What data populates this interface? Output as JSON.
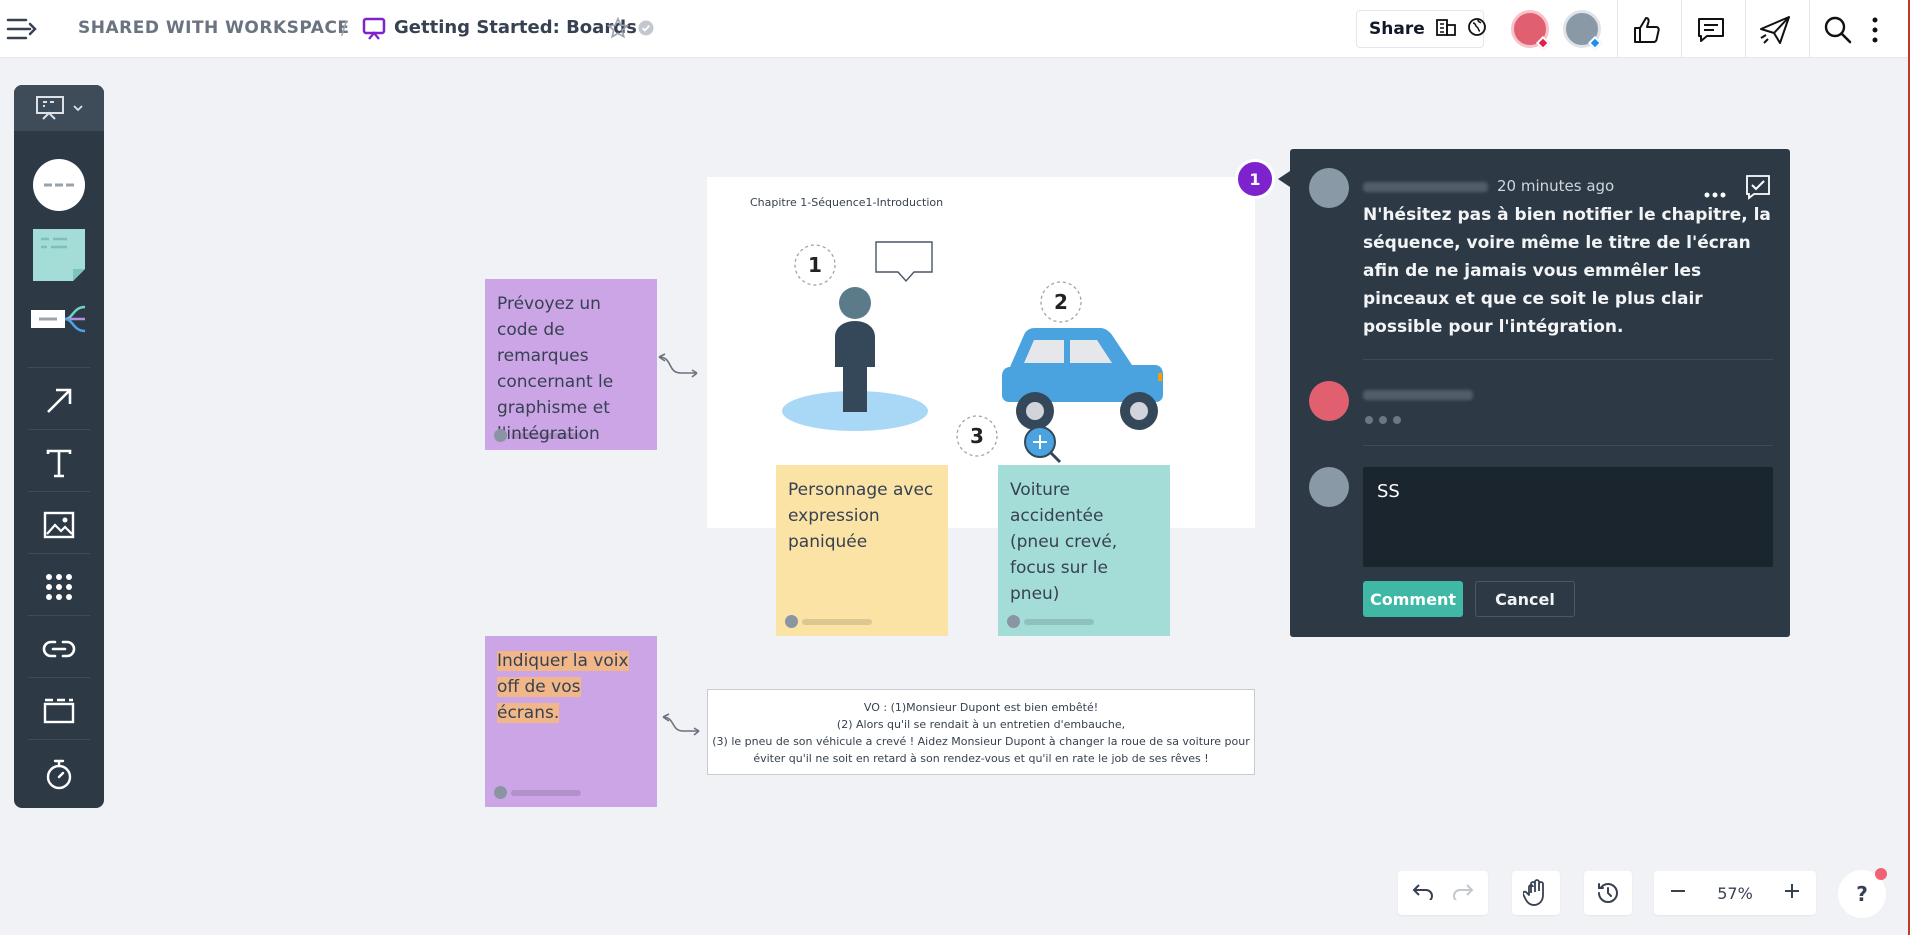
{
  "header": {
    "breadcrumb": "SHARED WITH WORKSPACE",
    "separator": "/",
    "board_title": "Getting Started: Boards",
    "share_label": "Share"
  },
  "frame": {
    "title": "Chapitre 1-Séquence1-Introduction",
    "markers": [
      "1",
      "2",
      "3"
    ]
  },
  "stickies": {
    "remarques": "Prévoyez un code de remarques concernant le graphisme et l'intégration",
    "personnage": "Personnage avec expression paniquée",
    "voiture": "Voiture accidentée (pneu crevé, focus sur le pneu)",
    "voix_off": "Indiquer la voix off de vos écrans."
  },
  "vo": {
    "line1": "VO  : (1)Monsieur Dupont est bien embêté!",
    "line2": "(2) Alors qu'il se rendait à un entretien d'embauche,",
    "line3": "(3) le pneu de son véhicule a crevé ! Aidez Monsieur Dupont à changer la roue de sa voiture pour",
    "line4": "éviter qu'il ne soit en retard à son rendez-vous et qu'il en rate le job de ses rêves !"
  },
  "comment": {
    "badge": "1",
    "time": "20 minutes ago",
    "message": "N'hésitez pas à bien notifier le chapitre, la séquence, voire même le titre de l'écran afin de ne jamais vous emmêler les pinceaux et que ce soit le plus clair possible pour l'intégration.",
    "input_value": "SS",
    "comment_button": "Comment",
    "cancel_button": "Cancel"
  },
  "bottom": {
    "zoom": "57%",
    "help": "?"
  },
  "colors": {
    "accent_purple": "#7e22ce",
    "comment_green": "#3fb9a5",
    "panel_dark": "#2d3a46"
  }
}
